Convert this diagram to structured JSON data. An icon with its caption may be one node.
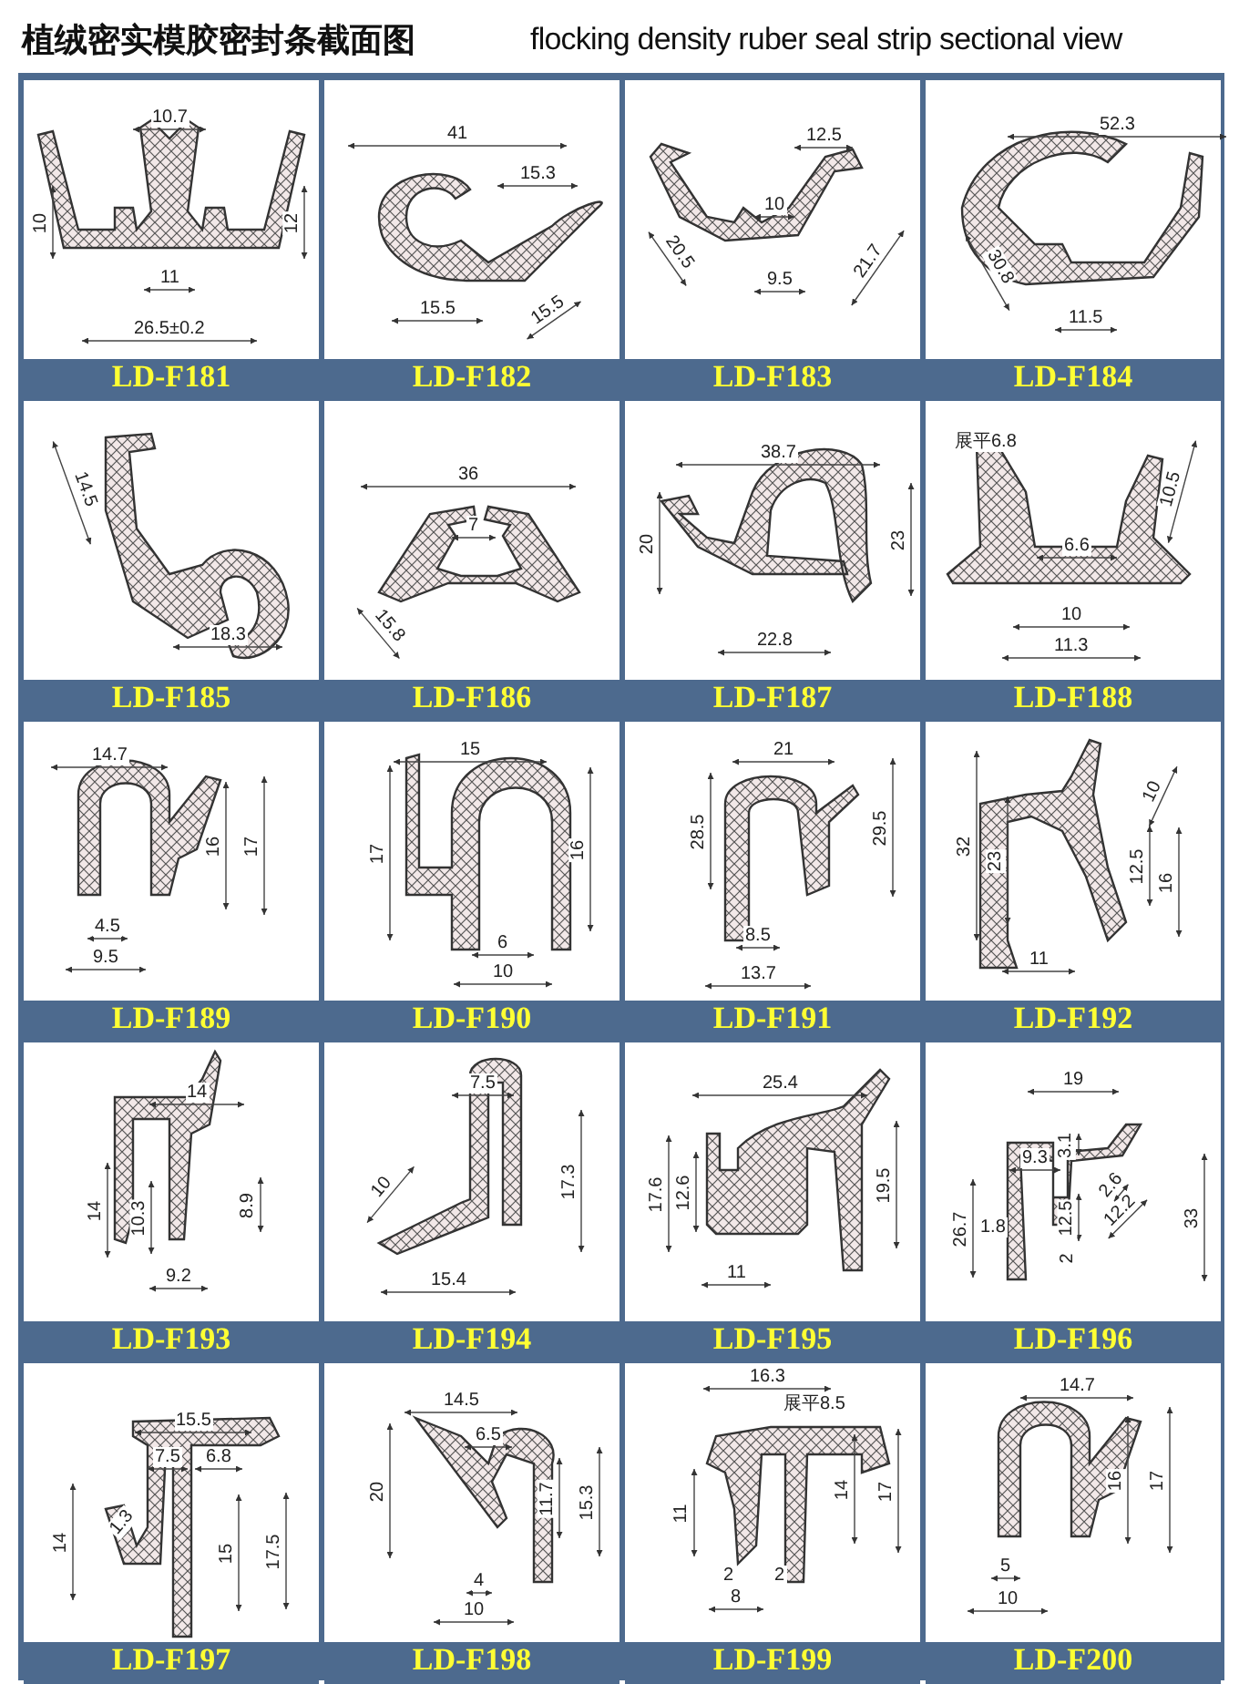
{
  "diagram": {
    "title": "植绒密实模胶密封条截面图",
    "nodes": [
      {
        "text": [
          "LD-F181"
        ]
      },
      {
        "text": [
          "LD-F182"
        ]
      },
      {
        "text": [
          "LD-F183"
        ]
      },
      {
        "text": [
          "LD-F184"
        ]
      },
      {
        "text": [
          "LD-F185"
        ]
      },
      {
        "text": [
          "LD-F186"
        ]
      },
      {
        "text": [
          "LD-F187"
        ]
      },
      {
        "text": [
          "LD-F188"
        ]
      },
      {
        "text": [
          "LD-F189"
        ]
      },
      {
        "text": [
          "LD-F190"
        ]
      },
      {
        "text": [
          "LD-F191"
        ]
      },
      {
        "text": [
          "LD-F192"
        ]
      },
      {
        "text": [
          "LD-F193"
        ]
      },
      {
        "text": [
          "LD-F194"
        ]
      },
      {
        "text": [
          "LD-F195"
        ]
      },
      {
        "text": [
          "LD-F196"
        ]
      },
      {
        "text": [
          "LD-F197"
        ]
      },
      {
        "text": [
          "LD-F198"
        ]
      },
      {
        "text": [
          "LD-F199"
        ]
      },
      {
        "text": [
          "LD-F200"
        ]
      }
    ],
    "labels": [
      "flocking density ruber seal strip sectional view",
      "10.7",
      "10",
      "12",
      "11",
      "26.5±0.2",
      "41",
      "15.3",
      "15.5",
      "15.5",
      "12.5",
      "10",
      "20.5",
      "9.5",
      "21.7",
      "52.3",
      "30.8",
      "11.5",
      "14.5",
      "18.3",
      "36",
      "7",
      "15.8",
      "38.7",
      "20",
      "23",
      "22.8",
      "展平6.8",
      "10.5",
      "6.6",
      "10",
      "11.3",
      "14.7",
      "16",
      "17",
      "4.5",
      "9.5",
      "15",
      "17",
      "16",
      "6",
      "10",
      "21",
      "28.5",
      "29.5",
      "8.5",
      "13.7",
      "32",
      "23",
      "10",
      "12.5",
      "16",
      "11",
      "14",
      "14",
      "10.3",
      "8.9",
      "9.2",
      "7.5",
      "10",
      "17.3",
      "15.4",
      "25.4",
      "17.6",
      "12.6",
      "19.5",
      "11",
      "19",
      "9.3",
      "3.1",
      "2.6",
      "26.7",
      "1.8",
      "12.5",
      "12.2",
      "33",
      "2",
      "15.5",
      "7.5",
      "6.8",
      "1.3",
      "14",
      "15",
      "17.5",
      "14.5",
      "6.5",
      "20",
      "11.7",
      "15.3",
      "4",
      "10",
      "16.3",
      "展平8.5",
      "11",
      "14",
      "17",
      "2",
      "2",
      "8",
      "14.7",
      "16",
      "17",
      "5",
      "10"
    ]
  }
}
